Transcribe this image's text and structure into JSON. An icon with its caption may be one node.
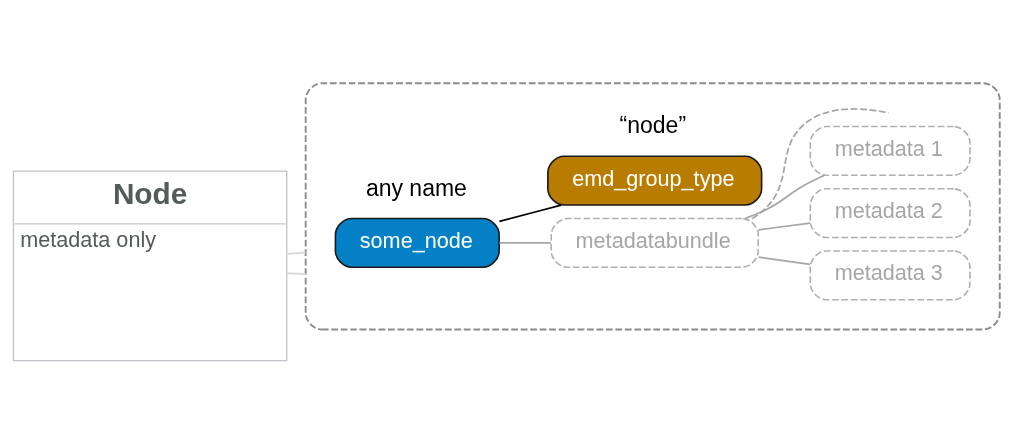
{
  "diagram": {
    "nodes": [
      {
        "text": [
          "Node",
          "metadata only"
        ]
      },
      {
        "text": [],
        "shape": "box"
      },
      {
        "text": [
          "some_node"
        ],
        "beside": [
          "any name"
        ],
        "in": 1
      },
      {
        "text": [
          "emd_group_type"
        ],
        "beside": [
          "“node”"
        ],
        "in": 1
      },
      {
        "text": [
          "metadatabundle"
        ],
        "in": 1
      },
      {
        "text": [
          "metadata 1"
        ],
        "in": 1
      },
      {
        "text": [
          "metadata 2"
        ],
        "in": 1
      },
      {
        "text": [
          "metadata 3"
        ],
        "in": 1
      }
    ],
    "edges": [
      {
        "from": 0,
        "to": 1,
        "arrow": "none",
        "color": "#d9d9d9"
      },
      {
        "from": 0,
        "to": 1,
        "arrow": "none",
        "color": "#d9d9d9"
      },
      {
        "from": 2,
        "to": 3,
        "arrow": "none",
        "color": "#000000"
      },
      {
        "from": 2,
        "to": 4,
        "arrow": "none"
      },
      {
        "from": 4,
        "to": 5,
        "arrow": "none"
      },
      {
        "from": 4,
        "to": 6,
        "arrow": "none"
      },
      {
        "from": 4,
        "to": 7,
        "arrow": "none"
      },
      {
        "from": 4,
        "to": null,
        "arrow": "none",
        "style": "dashed"
      }
    ]
  }
}
